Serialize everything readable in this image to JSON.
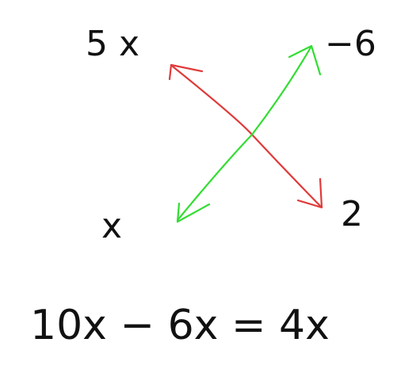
{
  "terms": {
    "top_left": "5 x",
    "top_right": "−6",
    "bottom_left": "x",
    "bottom_right": "2"
  },
  "equation": "10x − 6x = 4x",
  "colors": {
    "ink": "#111111",
    "red_arrow": "#e03a3a",
    "green_arrow": "#33dd33",
    "background": "#ffffff"
  }
}
